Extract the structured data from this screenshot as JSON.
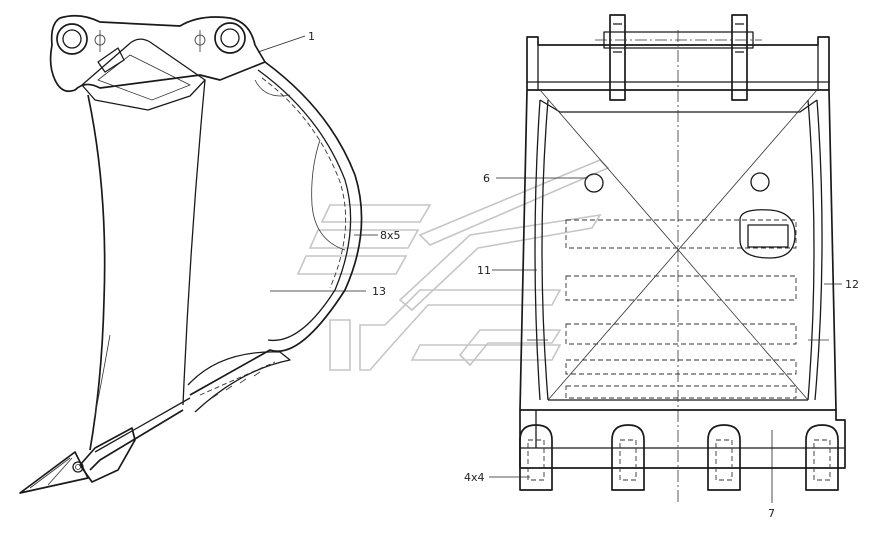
{
  "callouts": {
    "c1": "1",
    "c6": "6",
    "c7": "7",
    "c8x5": "8x5",
    "c11": "11",
    "c12": "12",
    "c13": "13",
    "c4x4": "4x4"
  },
  "colors": {
    "line": "#1a1a1a",
    "watermark": "#c6c6c6",
    "background": "#ffffff"
  }
}
